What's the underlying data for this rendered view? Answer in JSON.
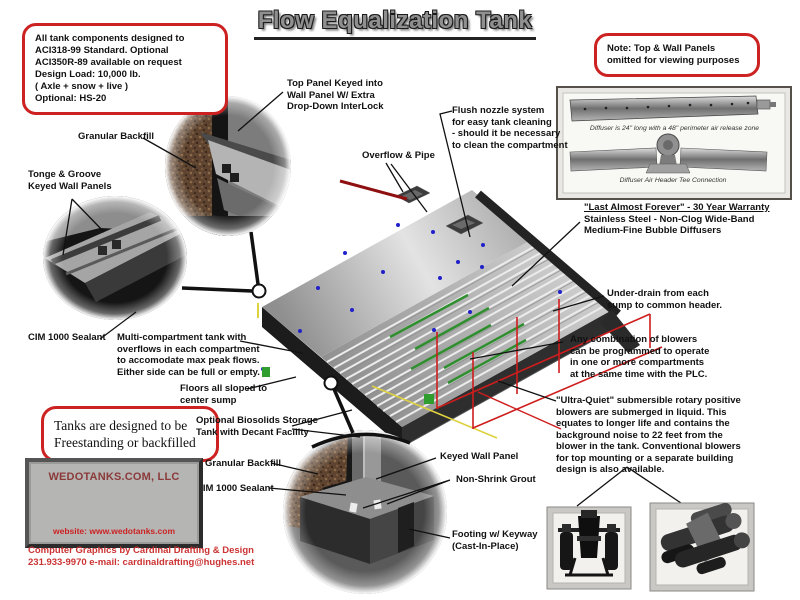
{
  "title": "Flow Equalization Tank",
  "boxes": {
    "design_note": "All tank components designed to\nACI318-99 Standard.  Optional\nACI350R-89 available on request\nDesign Load: 10,000 lb.\n( Axle + snow + live )\nOptional: HS-20",
    "viewing_note": "Note: Top & Wall Panels\nomitted for viewing purposes",
    "freestanding_note": "Tanks are designed to be\nFreestanding or backfilled"
  },
  "callouts": {
    "granular_backfill_top": "Granular Backfill",
    "tongue_groove": "Tonge & Groove\nKeyed Wall Panels",
    "cim_sealant_top": "CIM 1000 Sealant",
    "top_panel": "Top Panel Keyed into\nWall Panel W/ Extra\nDrop-Down InterLock",
    "overflow": "Overflow & Pipe",
    "flush_nozzle": "Flush nozzle system\nfor easy tank cleaning\n- should it be necessary\nto clean the compartment",
    "diffusers_line1": "\"Last Almost Forever\" - 30 Year Warranty",
    "diffusers_rest": "Stainless Steel - Non-Clog Wide-Band\nMedium-Fine Bubble Diffusers",
    "under_drain": "Under-drain from each\nsump to common header.",
    "blower_plc": "Any combination of blowers\ncan be programmed to operate\nin one or more compartments\nat the same time with the PLC.",
    "multi_compartment": "Multi-compartment tank with\noverflows in each compartment\nto accomodate max peak flows.\nEither side can be full or empty.",
    "floors_sloped": "Floors all sloped to\ncenter sump",
    "biosolids": "Optional Biosolids Storage\nTank with Decant Facility",
    "ultra_quiet": "\"Ultra-Quiet\" submersible rotary positive\nblowers are submerged in liquid.  This\nequates to longer life and contains the\nbackground noise to 22 feet from the\nblower in the tank.   Conventional blowers\nfor top mounting or a separate building\ndesign is also available.",
    "granular_backfill_bottom": "Granular Backfill",
    "cim_sealant_bottom": "CIM 1000 Sealant",
    "keyed_wall_panel": "Keyed Wall Panel",
    "non_shrink_grout": "Non-Shrink Grout",
    "footing": "Footing w/ Keyway\n(Cast-In-Place)"
  },
  "diffuser_panel": {
    "caption_top": "Diffuser is 24\" long with a 48\" perimeter air release zone",
    "caption_bottom": "Diffuser Air Header Tee Connection"
  },
  "company": {
    "name": "WEDOTANKS.COM, LLC",
    "website": "website: www.wedotanks.com",
    "credits": "Computer Graphics by Cardinal Drafting & Design\n231.933-9970  e-mail: cardinaldrafting@hughes.net"
  },
  "colors": {
    "callout_box_red": "#cc2222",
    "pipe_red": "#cf1d1d",
    "overflow_pipe_dark_red": "#8f1010",
    "company_maroon": "#8b3a3a",
    "credit_red": "#cc3333",
    "diffuser_green": "#2f8f2f",
    "marker_blue": "#2020c8",
    "drain_yellow": "#ded13f"
  }
}
